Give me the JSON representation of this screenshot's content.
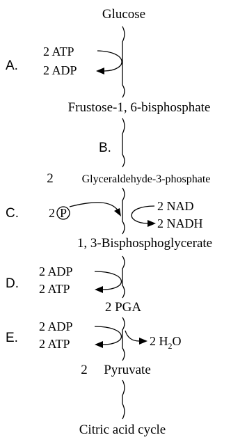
{
  "metabolites": {
    "glucose": "Glucose",
    "f16bp": "Frustose-1, 6-bisphosphate",
    "g3p_count": "2",
    "g3p": "Glyceraldehyde-3-phosphate",
    "bpg": "1, 3-Bisphosphoglycerate",
    "pga": "2 PGA",
    "pyruvate_count": "2",
    "pyruvate": "Pyruvate",
    "cac": "Citric acid cycle"
  },
  "steps": {
    "a": "A.",
    "b": "B.",
    "c": "C.",
    "d": "D.",
    "e": "E."
  },
  "cofactors": {
    "a_in": "2 ATP",
    "a_out": "2 ADP",
    "c_pi_count": "2",
    "c_pi_symbol": "P",
    "c_nad": "2 NAD",
    "c_nadh": "2 NADH",
    "d_in": "2 ADP",
    "d_out": "2 ATP",
    "e_in": "2 ADP",
    "e_out": "2 ATP",
    "e_water_prefix": "2 H",
    "e_water_sub": "2",
    "e_water_suffix": "O"
  }
}
